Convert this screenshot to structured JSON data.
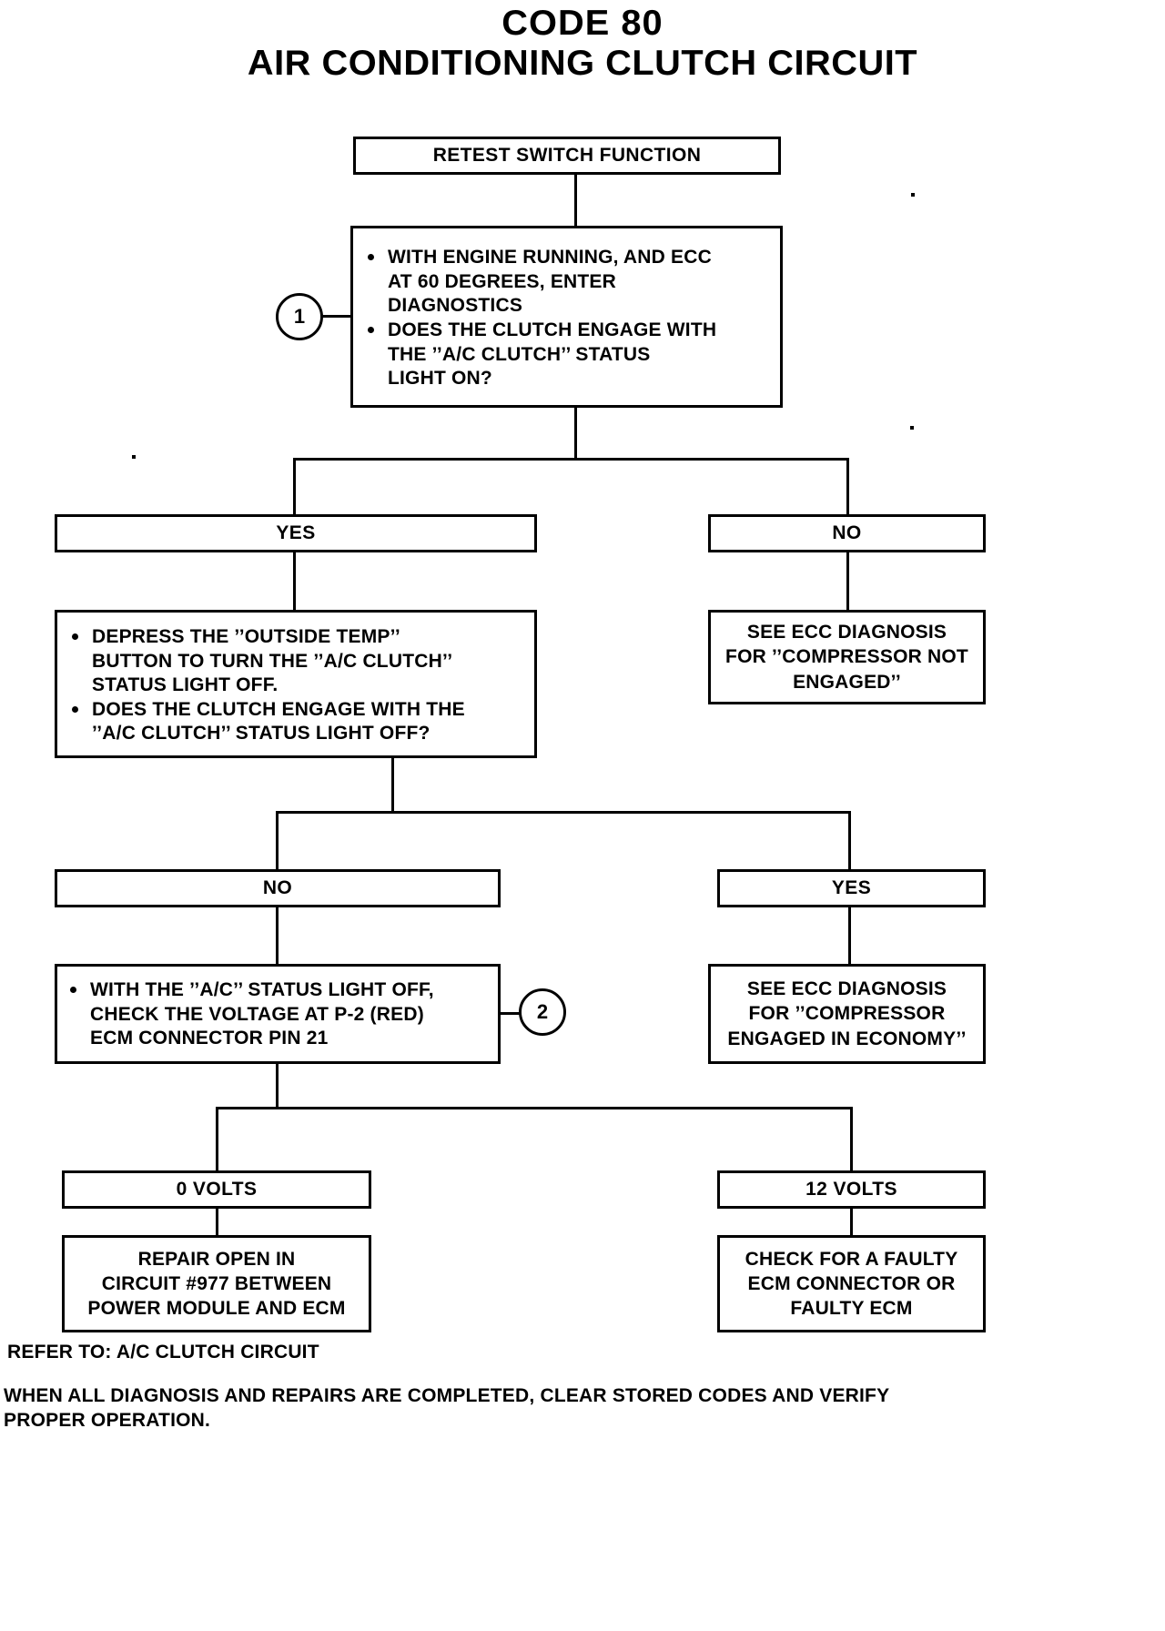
{
  "title": {
    "code": "CODE 80",
    "subject": "AIR CONDITIONING CLUTCH CIRCUIT"
  },
  "markers": {
    "one": "1",
    "two": "2"
  },
  "nodes": {
    "start": "RETEST SWITCH FUNCTION",
    "step1": {
      "bullets": [
        "WITH ENGINE RUNNING, AND ECC AT 60 DEGREES, ENTER DIAGNOSTICS",
        "DOES THE CLUTCH ENGAGE WITH THE ’’A/C CLUTCH’’ STATUS LIGHT ON?"
      ],
      "lines": [
        "WITH ENGINE RUNNING, AND ECC",
        "AT 60 DEGREES, ENTER",
        "DIAGNOSTICS",
        "DOES THE CLUTCH ENGAGE WITH",
        "THE ’’A/C CLUTCH’’ STATUS",
        "LIGHT ON?"
      ]
    },
    "branch1_yes": "YES",
    "branch1_no": "NO",
    "no_result_1": {
      "lines": [
        "SEE ECC DIAGNOSIS",
        "FOR ’’COMPRESSOR NOT",
        "ENGAGED’’"
      ]
    },
    "step2": {
      "lines": [
        "DEPRESS THE ’’OUTSIDE TEMP’’",
        "BUTTON TO TURN THE ’’A/C CLUTCH’’",
        "STATUS LIGHT OFF.",
        "DOES THE CLUTCH ENGAGE WITH THE",
        "’’A/C CLUTCH’’ STATUS LIGHT OFF?"
      ]
    },
    "branch2_no": "NO",
    "branch2_yes": "YES",
    "yes_result_2": {
      "lines": [
        "SEE ECC DIAGNOSIS",
        "FOR ’’COMPRESSOR",
        "ENGAGED IN ECONOMY’’"
      ]
    },
    "step3": {
      "lines": [
        "WITH THE ’’A/C’’ STATUS LIGHT OFF,",
        "CHECK THE VOLTAGE AT P-2 (RED)",
        "ECM CONNECTOR PIN 21"
      ]
    },
    "branch3_left": "0 VOLTS",
    "branch3_right": "12 VOLTS",
    "result_0v": {
      "lines": [
        "REPAIR OPEN IN",
        "CIRCUIT #977 BETWEEN",
        "POWER MODULE AND ECM"
      ]
    },
    "result_12v": {
      "lines": [
        "CHECK FOR A FAULTY",
        "ECM CONNECTOR OR",
        "FAULTY ECM"
      ]
    }
  },
  "footer": {
    "refer": "REFER TO: A/C CLUTCH CIRCUIT",
    "note_line1": "WHEN ALL DIAGNOSIS AND REPAIRS ARE COMPLETED, CLEAR STORED CODES AND VERIFY",
    "note_line2": "PROPER OPERATION."
  },
  "colors": {
    "ink": "#000000",
    "paper": "#ffffff"
  }
}
